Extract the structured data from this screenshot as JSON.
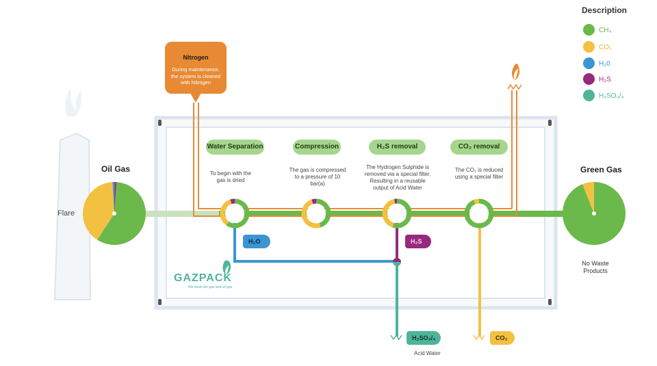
{
  "legend": {
    "title": "Description",
    "items": [
      {
        "label": "CH₄",
        "color": "#6ab94a"
      },
      {
        "label": "CO₂",
        "color": "#f3c142"
      },
      {
        "label": "H₂0",
        "color": "#3c95d3"
      },
      {
        "label": "H₂S",
        "color": "#962a7e"
      },
      {
        "label": "H₂SO₃/₄",
        "color": "#4fb49a"
      }
    ]
  },
  "nitrogen": {
    "title": "Nitrogen",
    "text": "During maintenance, the system is cleaned with Nitrogen",
    "color": "#e88a34"
  },
  "flare": {
    "label": "Flare"
  },
  "oil_gas": {
    "title": "Oil Gas",
    "composition": {
      "ch4": 58,
      "co2": 40,
      "h2o": 1,
      "h2s": 1
    }
  },
  "green_gas": {
    "title": "Green Gas",
    "subtitle": "No Waste Products",
    "composition": {
      "ch4": 94,
      "co2": 6
    }
  },
  "stages": [
    {
      "title": "Water Separation",
      "text": "To begin with the gas is dried"
    },
    {
      "title": "Compression",
      "text": "The gas is compressed to a pressure of 10 bar(a)"
    },
    {
      "title": "H₂S removal",
      "text": "The Hydrogen Sulphide is removed via a special filter. Resulting in a reusable output of Acid Water"
    },
    {
      "title": "CO₂ removal",
      "text": "The CO₂ is reduced using a special filter"
    }
  ],
  "outputs": {
    "h2o": "H₂O",
    "h2s": "H₂S",
    "h2so": "H₂SO₃/₄",
    "acid_water": "Acid Water",
    "co2": "CO₂"
  },
  "brand": {
    "name": "GAZPACK",
    "tagline": "We clean bio-gas and oil gas"
  },
  "colors": {
    "pipe_green": "#6ab94a",
    "pipe_orange": "#e88a34",
    "frame": "#dbe5ee"
  }
}
